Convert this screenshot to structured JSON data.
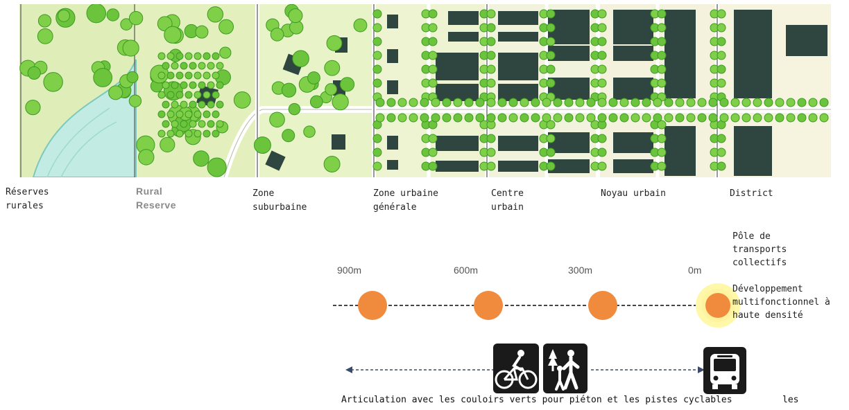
{
  "zones": [
    {
      "label": "Réserves\nrurales"
    },
    {
      "label": "Rural\nReserve"
    },
    {
      "label": "Zone\nsuburbaine"
    },
    {
      "label": "Zone urbaine\ngénérale"
    },
    {
      "label": "Centre\nurbain"
    },
    {
      "label": "Noyau urbain"
    },
    {
      "label": "District"
    }
  ],
  "distances": [
    "900m",
    "600m",
    "300m",
    "0m"
  ],
  "transit_hub": "Pôle de\ntransports\ncollectifs",
  "development": "Développement\nmultifonctionnel à\nhaute densité",
  "icons": [
    "bicycle-icon",
    "pedestrians-icon",
    "bus-icon"
  ],
  "caption": "Articulation avec les couloirs verts pour piéton et les pistes cyclables",
  "caption_fragment": "les",
  "colors": {
    "tree": "#6cc43c",
    "tree_dark": "#3d9a22",
    "land": "#e6f0c2",
    "land_urban": "#f4f2dc",
    "building": "#2f4540",
    "water": "#bfe9e2",
    "node": "#f08a3c",
    "halo": "#fff7a0"
  }
}
